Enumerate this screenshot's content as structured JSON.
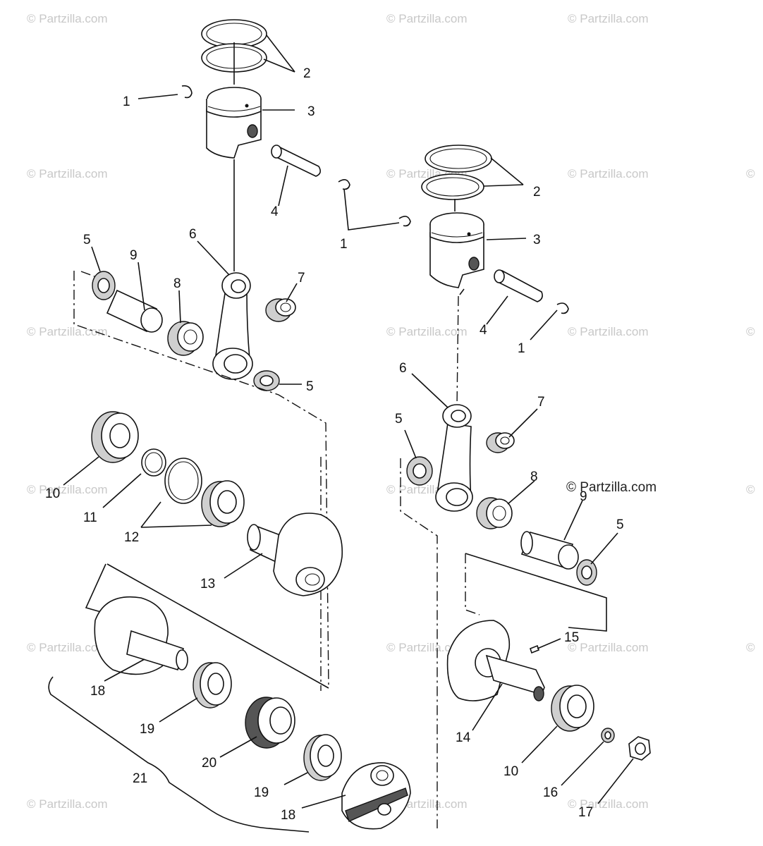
{
  "watermark": "© Partzilla.com",
  "watermark_prominent": "© Partzilla.com",
  "callouts": {
    "c1a": "1",
    "c2a": "2",
    "c3a": "3",
    "c4a": "4",
    "c1b": "1",
    "c2b": "2",
    "c3b": "3",
    "c4b": "4",
    "c1c": "1",
    "c5a": "5",
    "c9a": "9",
    "c8a": "8",
    "c6a": "6",
    "c7a": "7",
    "c5b": "5",
    "c6b": "6",
    "c7b": "7",
    "c5c": "5",
    "c8b": "8",
    "c9b": "9",
    "c5d": "5",
    "c10a": "10",
    "c11": "11",
    "c12": "12",
    "c13": "13",
    "c18a": "18",
    "c19a": "19",
    "c20": "20",
    "c21": "21",
    "c19b": "19",
    "c18b": "18",
    "c14": "14",
    "c15": "15",
    "c10b": "10",
    "c16": "16",
    "c17": "17"
  }
}
